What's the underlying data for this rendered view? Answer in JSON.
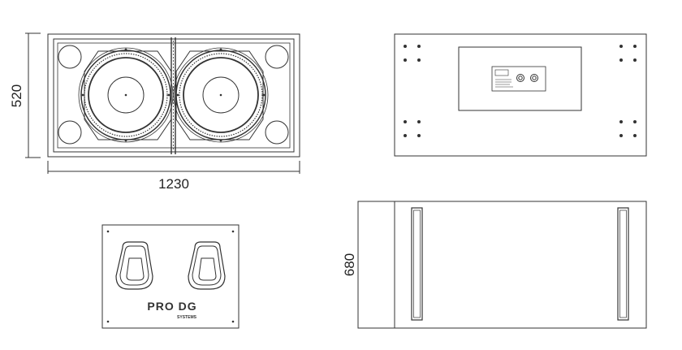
{
  "dimensions": {
    "height": "520",
    "width": "1230",
    "depth": "680"
  },
  "logo": {
    "brand": "PRO DG",
    "sub": "SYSTEMS"
  },
  "colors": {
    "line": "#333333",
    "background": "#ffffff"
  }
}
